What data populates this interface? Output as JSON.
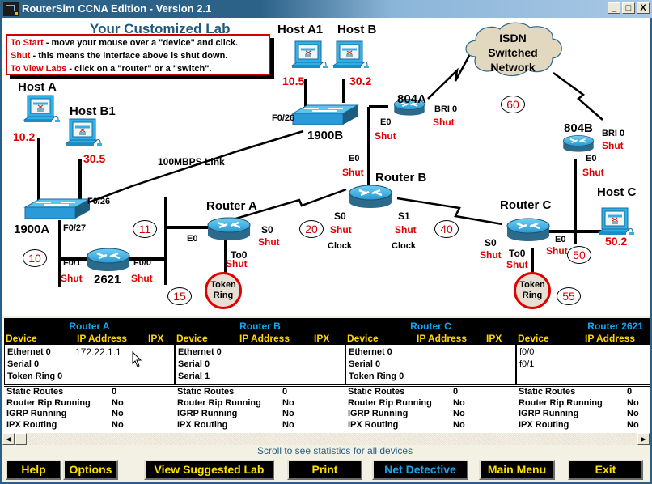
{
  "window": {
    "title": "RouterSim CCNA Edition - Version 2.1",
    "controls": [
      "_",
      "□",
      "X"
    ]
  },
  "lab": {
    "heading": "Your Customized Lab",
    "instructions": [
      {
        "key": "To Start",
        "text": " - move your mouse over a \"device\" and click."
      },
      {
        "key": "Shut",
        "text": " - this means the interface above is shut down."
      },
      {
        "key": "To View Labs",
        "text": " - click on a \"router\" or a \"switch\"."
      }
    ],
    "cloud_label": [
      "ISDN",
      "Switched",
      "Network"
    ],
    "link_label": "100MBPS Link",
    "hosts": [
      {
        "name": "Host A",
        "ip": "10.2"
      },
      {
        "name": "Host B1",
        "ip": "30.5"
      },
      {
        "name": "Host A1",
        "ip": "10.5"
      },
      {
        "name": "Host B",
        "ip": "30.2"
      },
      {
        "name": "Host C",
        "ip": "50.2"
      }
    ],
    "switches": [
      {
        "name": "1900A",
        "ports": [
          "F0/26",
          "F0/27"
        ]
      },
      {
        "name": "1900B",
        "ports": [
          "F0/26"
        ]
      }
    ],
    "routers": [
      {
        "name": "Router A",
        "interfaces": [
          "E0",
          "S0",
          "To0"
        ]
      },
      {
        "name": "Router B",
        "interfaces": [
          "E0",
          "S0",
          "S1"
        ]
      },
      {
        "name": "Router C",
        "interfaces": [
          "S0",
          "E0",
          "To0"
        ]
      },
      {
        "name": "2621",
        "interfaces": [
          "F0/1",
          "F0/0"
        ]
      },
      {
        "name": "804A",
        "interfaces": [
          "E0",
          "BRI 0"
        ]
      },
      {
        "name": "804B",
        "interfaces": [
          "BRI 0",
          "E0"
        ]
      }
    ],
    "shut_label": "Shut",
    "clock_label": "Clock",
    "token_ring_label": [
      "Token",
      "Ring"
    ],
    "networks": [
      "10",
      "11",
      "15",
      "20",
      "40",
      "50",
      "55",
      "60"
    ]
  },
  "stats": {
    "columns": {
      "device": "Device",
      "ip": "IP Address",
      "ipx": "IPX"
    },
    "panels": [
      {
        "name": "Router A",
        "interfaces": [
          {
            "name": "Ethernet 0",
            "ip": "172.22.1.1"
          },
          {
            "name": "Serial 0",
            "ip": ""
          },
          {
            "name": "Token Ring 0",
            "ip": ""
          }
        ],
        "routes": [
          {
            "label": "Static Routes",
            "value": "0"
          },
          {
            "label": "Router Rip Running",
            "value": "No"
          },
          {
            "label": "IGRP Running",
            "value": "No"
          },
          {
            "label": "IPX Routing",
            "value": "No"
          }
        ]
      },
      {
        "name": "Router B",
        "interfaces": [
          {
            "name": "Ethernet 0",
            "ip": ""
          },
          {
            "name": "Serial 0",
            "ip": ""
          },
          {
            "name": "Serial 1",
            "ip": ""
          }
        ],
        "routes": [
          {
            "label": "Static Routes",
            "value": "0"
          },
          {
            "label": "Router Rip Running",
            "value": "No"
          },
          {
            "label": "IGRP Running",
            "value": "No"
          },
          {
            "label": "IPX Routing",
            "value": "No"
          }
        ]
      },
      {
        "name": "Router C",
        "interfaces": [
          {
            "name": "Ethernet 0",
            "ip": ""
          },
          {
            "name": "Serial 0",
            "ip": ""
          },
          {
            "name": "Token Ring 0",
            "ip": ""
          }
        ],
        "routes": [
          {
            "label": "Static Routes",
            "value": "0"
          },
          {
            "label": "Router Rip Running",
            "value": "No"
          },
          {
            "label": "IGRP Running",
            "value": "No"
          },
          {
            "label": "IPX Routing",
            "value": "No"
          }
        ]
      },
      {
        "name": "Router 2621",
        "interfaces": [
          {
            "name": "f0/0",
            "ip": ""
          },
          {
            "name": "f0/1",
            "ip": ""
          }
        ],
        "routes": [
          {
            "label": "Static Routes",
            "value": "0"
          },
          {
            "label": "Router Rip Running",
            "value": "No"
          },
          {
            "label": "IGRP Running",
            "value": "No"
          },
          {
            "label": "IPX Routing",
            "value": "No"
          }
        ]
      }
    ],
    "scroll_hint": "Scroll to see statistics for all devices"
  },
  "buttons": {
    "help": "Help",
    "options": "Options",
    "view_suggested_lab": "View Suggested Lab",
    "print": "Print",
    "net_detective": "Net Detective",
    "main_menu": "Main Menu",
    "exit": "Exit"
  },
  "colors": {
    "title_bar": "#2d6288",
    "shut": "#e00000",
    "button_text": "#ffe000",
    "net_detective_text": "#1aa3ee",
    "panel_title": "#12a6ef",
    "device_blue": "#2fb0e8"
  }
}
